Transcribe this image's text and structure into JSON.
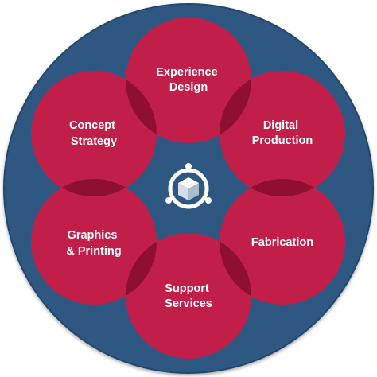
{
  "colors": {
    "background": "#ffffff",
    "outer_ring": "#2e5882",
    "outer_ring_edge": "#23476b",
    "petal": "#c11f4a",
    "petal_overlap": "#8e0f2e",
    "icon": "#ffffff"
  },
  "petals": [
    {
      "id": "experience-design",
      "lines": [
        "Experience",
        "Design"
      ]
    },
    {
      "id": "digital-production",
      "lines": [
        "Digital",
        "Production"
      ]
    },
    {
      "id": "fabrication",
      "lines": [
        "Fabrication"
      ]
    },
    {
      "id": "support-services",
      "lines": [
        "Support",
        "Services"
      ]
    },
    {
      "id": "graphics-printing",
      "lines": [
        "Graphics",
        "& Printing"
      ]
    },
    {
      "id": "concept-strategy",
      "lines": [
        "Concept",
        "Strategy"
      ]
    }
  ],
  "center_icon": "cube-network-icon"
}
